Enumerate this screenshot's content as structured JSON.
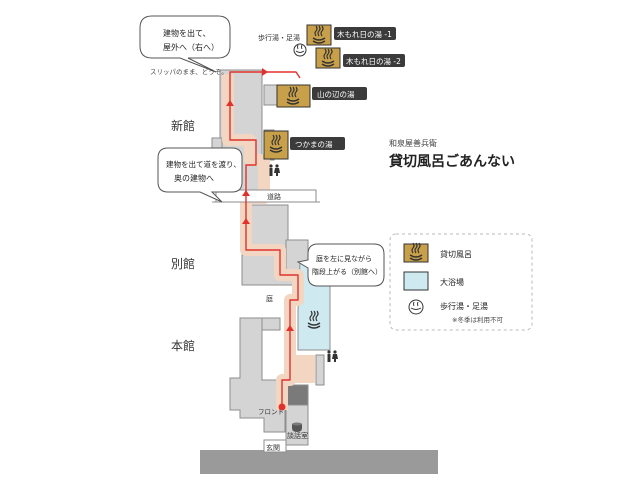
{
  "ryokan_name": "和泉屋善兵衛",
  "map_title": "貸切風呂ごあんない",
  "buildings": {
    "shinkan": "新館",
    "bekkan": "別館",
    "honkan": "本館"
  },
  "baths": {
    "komorebi1": "木もれ日の湯 -1",
    "komorebi2": "木もれ日の湯 -2",
    "yamanobe": "山の辺の湯",
    "tsukama": "つかまの湯",
    "footbath": "歩行湯・足湯"
  },
  "places": {
    "road": "道路",
    "garden": "庭",
    "front": "フロント",
    "lounge": "談話室",
    "entrance": "玄関"
  },
  "callouts": {
    "c1_line1": "建物を出て、",
    "c1_line2": "屋外へ（右へ）",
    "slippers": "スリッパのまま、どうぞ。",
    "c2_line1": "建物を出て道を渡り、",
    "c2_line2": "奥の建物へ",
    "c3_line1": "庭を左に見ながら",
    "c3_line2": "階段上がる（別館へ）"
  },
  "legend": {
    "private_bath": "貸切風呂",
    "large_bath": "大浴場",
    "footbath": "歩行湯・足湯",
    "winter_note": "※冬季は利用不可"
  },
  "colors": {
    "private_bath": "#c9a04a",
    "large_bath": "#cfe9f1",
    "route": "#e0322c",
    "route_band": "#f3d6c1",
    "building": "#d4d4d4",
    "building_stroke": "#8e8e8e",
    "dark_label": "#3b3b3b"
  },
  "icons": {
    "bath": "hot-spring-icon",
    "footbath": "footbath-icon",
    "restroom": "restroom-icon",
    "cafe": "cup-icon",
    "current_location": "current-location-dot"
  }
}
